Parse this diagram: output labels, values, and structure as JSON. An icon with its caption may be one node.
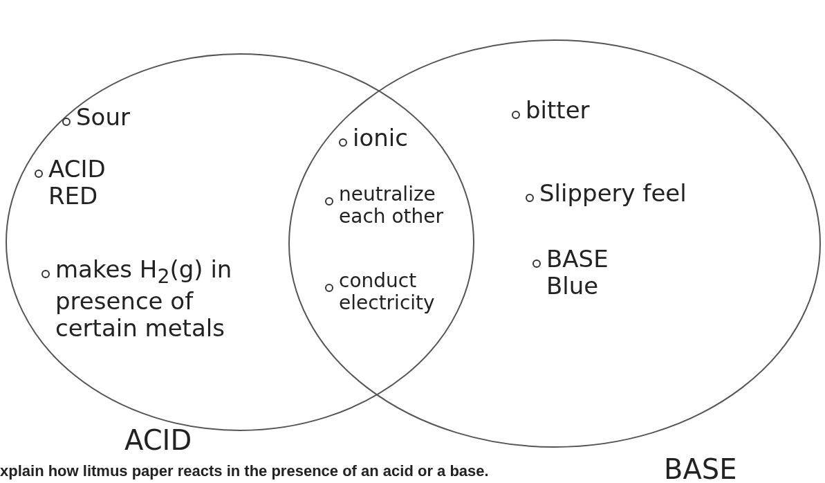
{
  "diagram": {
    "caption": "xplain how litmus paper reacts in the presence of an acid or a base.",
    "nodes": [
      {
        "text": [
          "ACID"
        ]
      },
      {
        "text": [
          "BASE"
        ]
      }
    ],
    "labels": [
      "Sour",
      "ACID RED",
      "makes H$_{2}$(g) in presence of certain metals",
      "ionic",
      "neutralize each other",
      "conduct electricity",
      "bitter",
      "Slippery feel",
      "BASE Blue"
    ]
  }
}
